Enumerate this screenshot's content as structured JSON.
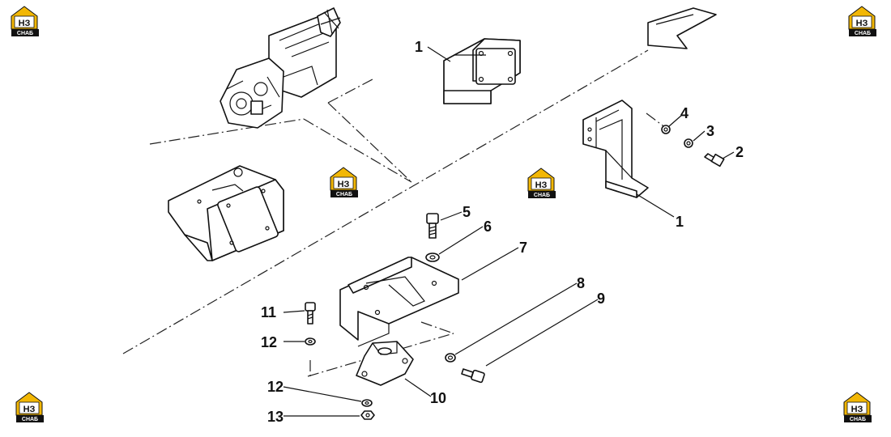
{
  "diagram": {
    "callouts": [
      {
        "id": "c1a",
        "text": "1"
      },
      {
        "id": "c1b",
        "text": "1"
      },
      {
        "id": "c2",
        "text": "2"
      },
      {
        "id": "c3",
        "text": "3"
      },
      {
        "id": "c4",
        "text": "4"
      },
      {
        "id": "c5",
        "text": "5"
      },
      {
        "id": "c6",
        "text": "6"
      },
      {
        "id": "c7",
        "text": "7"
      },
      {
        "id": "c8",
        "text": "8"
      },
      {
        "id": "c9",
        "text": "9"
      },
      {
        "id": "c10",
        "text": "10"
      },
      {
        "id": "c11",
        "text": "11"
      },
      {
        "id": "c12a",
        "text": "12"
      },
      {
        "id": "c12b",
        "text": "12"
      },
      {
        "id": "c13",
        "text": "13"
      }
    ]
  },
  "watermark": {
    "logo_letters": "НЗ",
    "logo_caption": "СНАБ",
    "accent_color": "#f2b705",
    "dark_color": "#111111"
  }
}
